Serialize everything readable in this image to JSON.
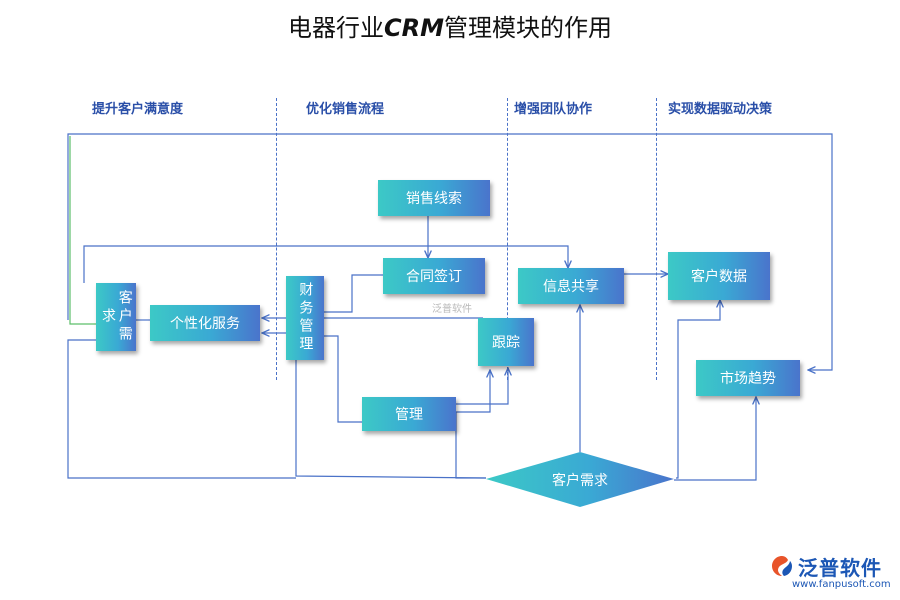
{
  "title": {
    "prefix": "电器行业",
    "emph": "CRM",
    "suffix": "管理模块的作用"
  },
  "columns": [
    "提升客户满意度",
    "优化销售流程",
    "增强团队协作",
    "实现数据驱动决策"
  ],
  "nodes": {
    "sales_leads": "销售线索",
    "contract": "合同签订",
    "info_share": "信息共享",
    "customer_data": "客户数据",
    "customer_needs_vertical": "客户需求",
    "personalized_service": "个性化服务",
    "finance_mgmt": "财务管理",
    "follow_up": "跟踪",
    "market_trend": "市场趋势",
    "management": "管理",
    "customer_needs_diamond": "客户需求"
  },
  "watermark": "泛普软件",
  "logo": {
    "name": "泛普软件",
    "url": "www.fanpusoft.com"
  },
  "colors": {
    "node_start": "#3cc9c6",
    "node_end": "#4a74cc",
    "line": "#4a72c8",
    "green_line": "#5cbf6a"
  }
}
